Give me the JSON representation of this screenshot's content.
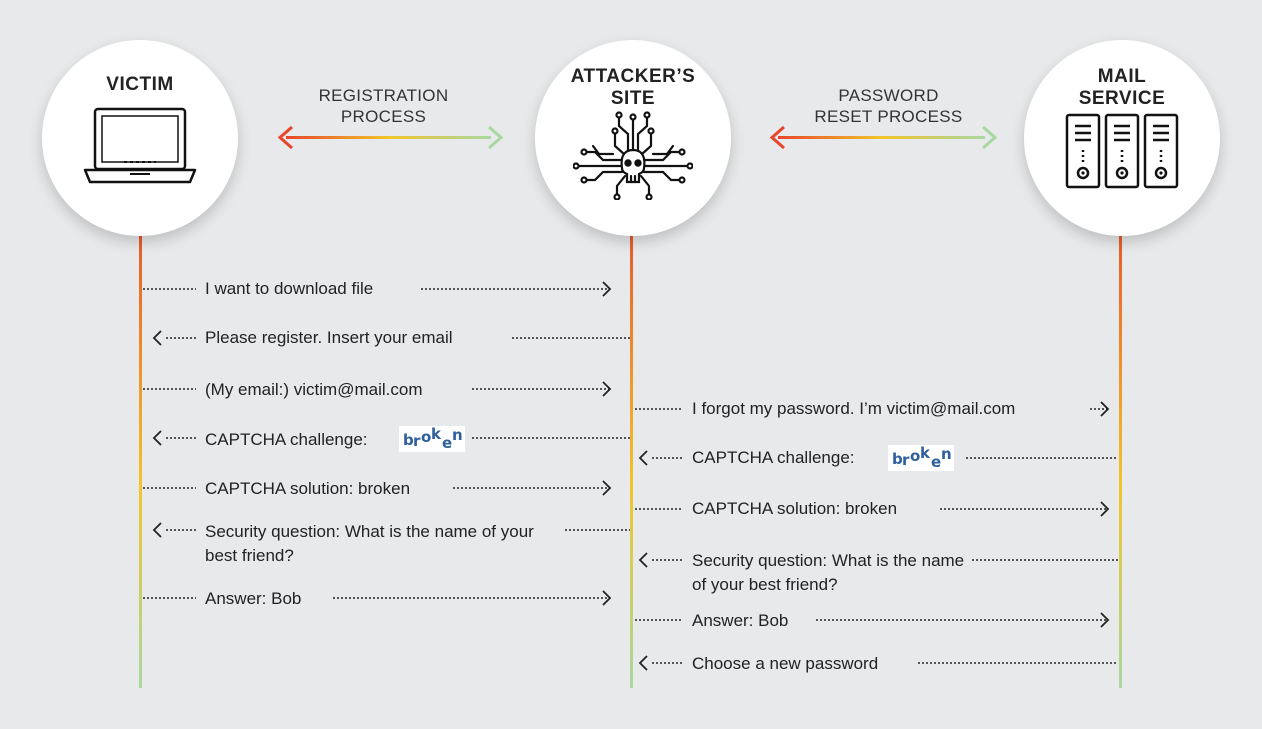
{
  "actors": {
    "victim": {
      "title": "VICTIM",
      "icon": "laptop-icon"
    },
    "attacker": {
      "title": "ATTACKER’S\nSITE",
      "icon": "skull-circuit-icon"
    },
    "mail": {
      "title": "MAIL\nSERVICE",
      "icon": "server-icon"
    }
  },
  "processes": {
    "registration": "REGISTRATION\nPROCESS",
    "password_reset": "PASSWORD\nRESET PROCESS"
  },
  "colors": {
    "background": "#e7e9ea",
    "gradient_start": "#e8452a",
    "gradient_mid": "#f2c52b",
    "gradient_end": "#a8d8a0",
    "captcha_text": "#2f5f9c"
  },
  "captcha_word": "broken",
  "left_messages": [
    {
      "text": "I want to download file",
      "direction": "right"
    },
    {
      "text": "Please register. Insert your email",
      "direction": "left"
    },
    {
      "text": "(My email:) victim@mail.com",
      "direction": "right"
    },
    {
      "text": "CAPTCHA challenge:",
      "direction": "left",
      "captcha": true
    },
    {
      "text": "CAPTCHA solution: broken",
      "direction": "right"
    },
    {
      "text": "Security question: What is the name of your best friend?",
      "direction": "left"
    },
    {
      "text": "Answer: Bob",
      "direction": "right"
    }
  ],
  "right_messages": [
    {
      "text": "I forgot my password. I’m victim@mail.com",
      "direction": "right"
    },
    {
      "text": "CAPTCHA challenge:",
      "direction": "left",
      "captcha": true
    },
    {
      "text": "CAPTCHA solution: broken",
      "direction": "right"
    },
    {
      "text": "Security question: What is the name of your best friend?",
      "direction": "left"
    },
    {
      "text": "Answer: Bob",
      "direction": "right"
    },
    {
      "text": "Choose a new password",
      "direction": "left"
    }
  ]
}
